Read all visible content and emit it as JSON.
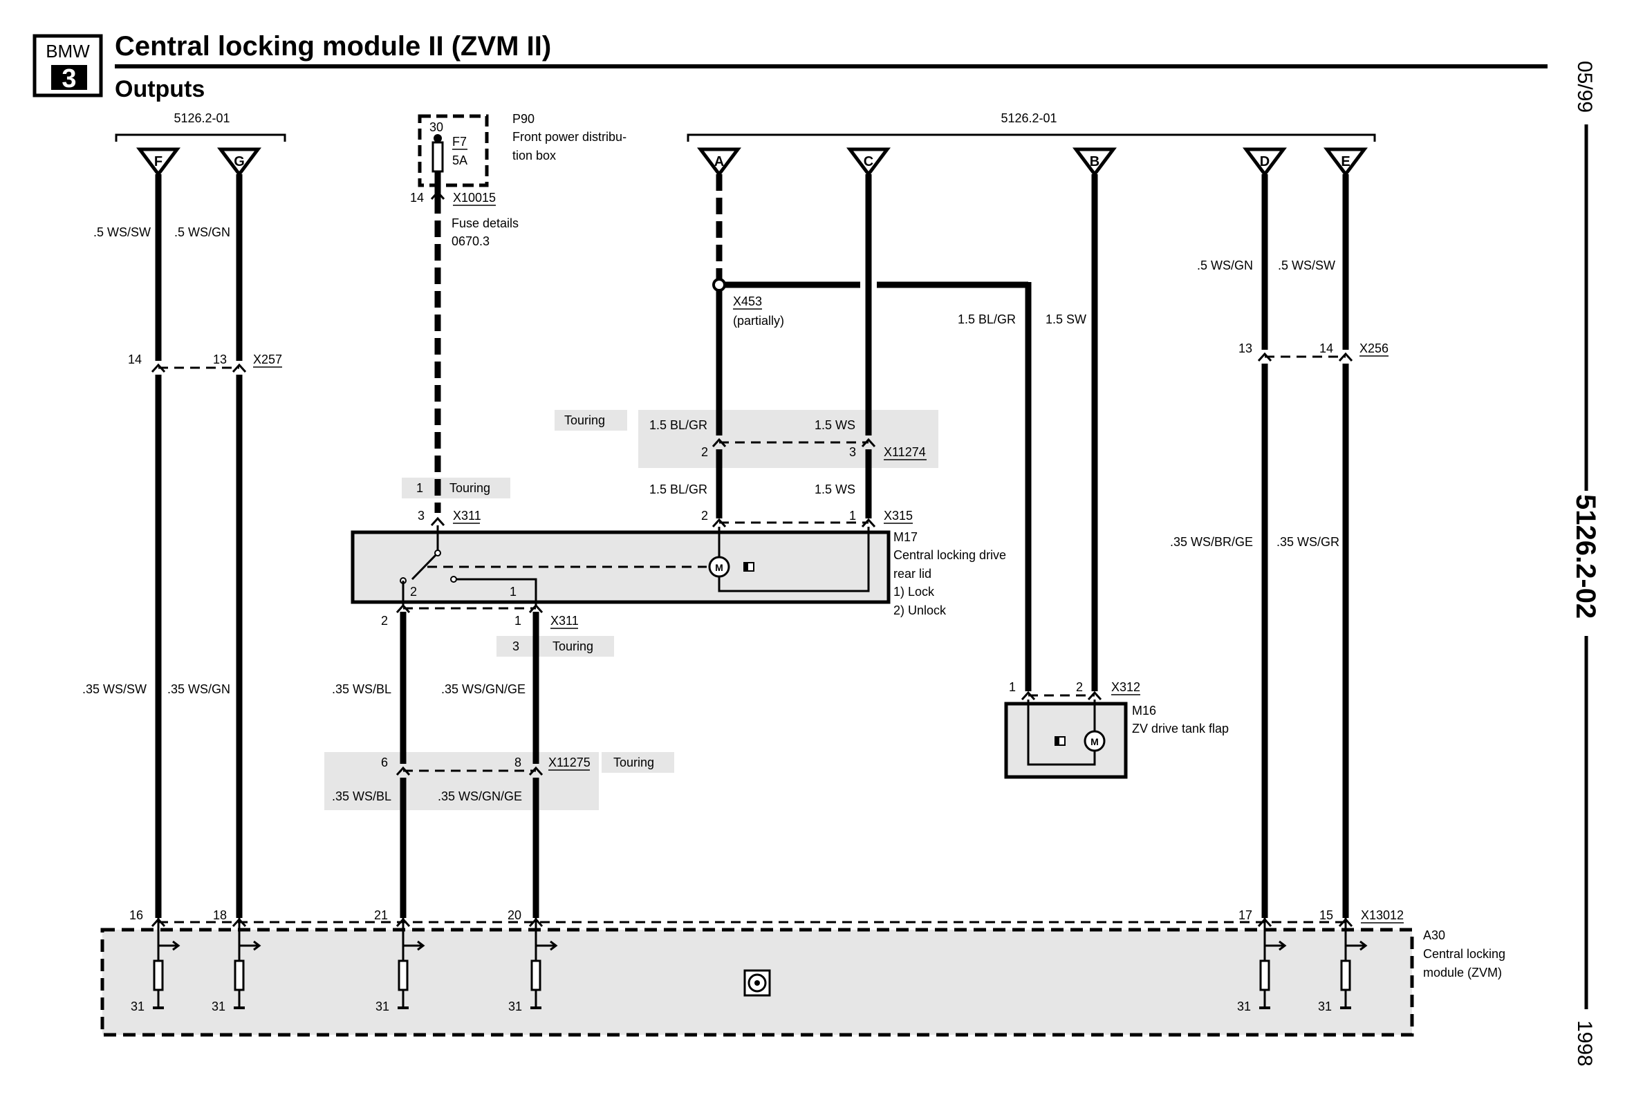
{
  "header": {
    "brand": "BMW",
    "series": "3",
    "title": "Central locking module II (ZVM II)",
    "subtitle": "Outputs"
  },
  "side": {
    "date": "05/99",
    "doc_number": "5126.2-02",
    "year": "1998"
  },
  "references": {
    "left_group": "5126.2-01",
    "right_group": "5126.2-01"
  },
  "terminals": [
    "F",
    "G",
    "A",
    "C",
    "B",
    "D",
    "E"
  ],
  "components": {
    "p90": {
      "id": "P90",
      "desc1": "Front power distribu-",
      "desc2": "tion box",
      "pin": "30",
      "fuse_id": "F7",
      "fuse_rating": "5A"
    },
    "fuse_note": {
      "line1": "Fuse details",
      "line2": "0670.3"
    },
    "m17": {
      "id": "M17",
      "desc1": "Central locking drive",
      "desc2": "rear lid",
      "opt1": "1)   Lock",
      "opt2": "2)   Unlock"
    },
    "m16": {
      "id": "M16",
      "desc": "ZV drive tank flap"
    },
    "a30": {
      "id": "A30",
      "desc1": "Central locking",
      "desc2": "module (ZVM)"
    },
    "x453": {
      "id": "X453",
      "note": "(partially)"
    }
  },
  "connectors": {
    "x10015": {
      "id": "X10015",
      "pin": "14"
    },
    "x257": {
      "id": "X257",
      "pin_left": "14",
      "pin_right": "13"
    },
    "x256": {
      "id": "X256",
      "pin_left": "13",
      "pin_right": "14"
    },
    "x11274": {
      "id": "X11274",
      "pin_left": "2",
      "pin_right": "3"
    },
    "x315": {
      "id": "X315",
      "pin_left": "2",
      "pin_right": "1"
    },
    "x311_top": {
      "id": "X311",
      "pin": "3"
    },
    "x311_bottom": {
      "id": "X311",
      "pin_left": "2",
      "pin_right": "1"
    },
    "x11275": {
      "id": "X11275",
      "pin_left": "6",
      "pin_right": "8"
    },
    "x312": {
      "id": "X312",
      "pin_left": "1",
      "pin_right": "2"
    },
    "x13012": {
      "id": "X13012",
      "pins": [
        "16",
        "18",
        "21",
        "20",
        "17",
        "15"
      ]
    },
    "m17_inner": {
      "pin_left": "2",
      "pin_right": "1"
    }
  },
  "touring": {
    "label": "Touring",
    "pin_top": "1",
    "pin_bottom": "3"
  },
  "wires": {
    "f_top": ".5 WS/SW",
    "g_top": ".5 WS/GN",
    "f_bottom": ".35 WS/SW",
    "g_bottom": ".35 WS/GN",
    "d_top": ".5 WS/GN",
    "e_top": ".5 WS/SW",
    "d_bottom": ".35 WS/BR/GE",
    "e_bottom": ".35 WS/GR",
    "b_wire": "1.5 SW",
    "bl_gr": "1.5 BL/GR",
    "a_wire": "1.5 BL/GR",
    "c_wire": "1.5 WS",
    "s2_wire": ".35 WS/BL",
    "s1_wire": ".35 WS/GN/GE"
  },
  "ground": "31"
}
